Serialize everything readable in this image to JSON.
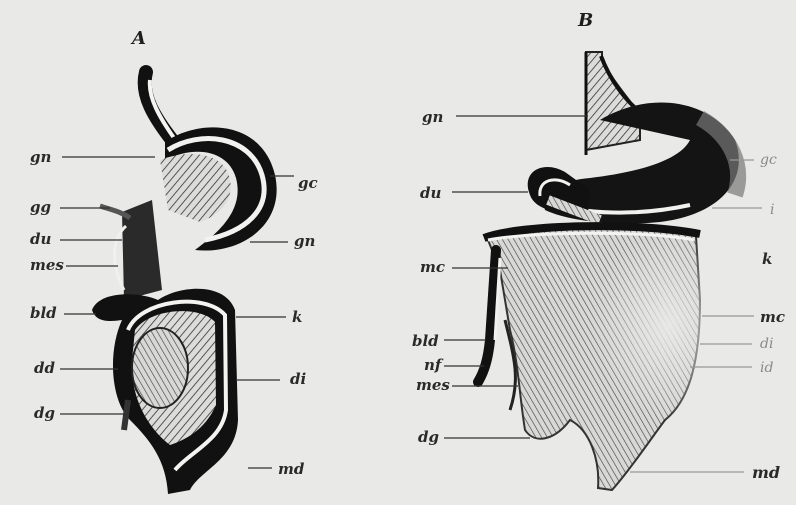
{
  "panels": {
    "a": "A",
    "b": "B"
  },
  "labels_a": {
    "gn_top": "gn",
    "gg": "gg",
    "du": "du",
    "mes": "mes",
    "bld": "bld",
    "dd": "dd",
    "dg": "dg",
    "gc": "gc",
    "gn_right": "gn",
    "k": "k",
    "di": "di",
    "md": "md"
  },
  "labels_b": {
    "gn": "gn",
    "du": "du",
    "mc_left": "mc",
    "bld": "bld",
    "nf": "nf",
    "mes": "mes",
    "dg": "dg",
    "gc": "gc",
    "i": "i",
    "k": "k",
    "mc_right": "mc",
    "di": "di",
    "id": "id",
    "md": "md"
  }
}
